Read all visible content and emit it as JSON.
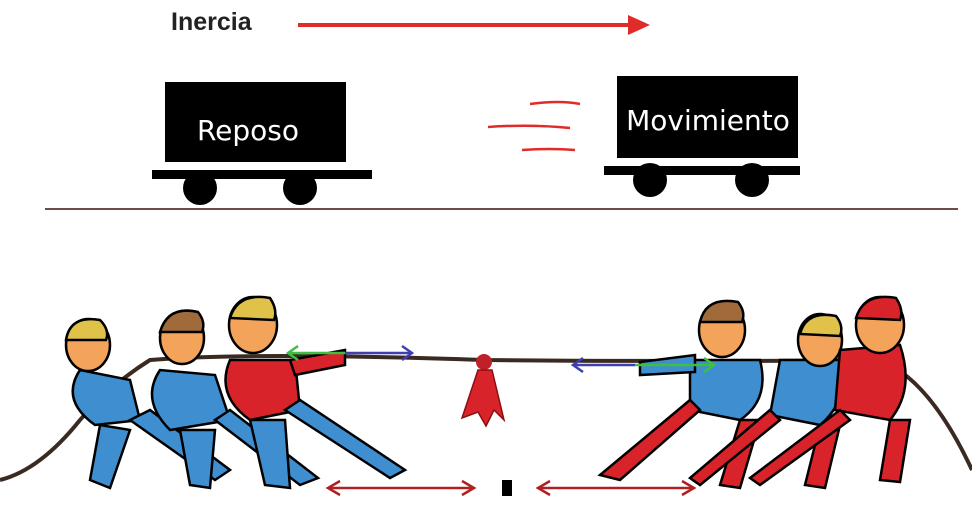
{
  "title": "Inercia",
  "carts": {
    "rest_label": "Reposo",
    "motion_label": "Movimiento"
  },
  "colors": {
    "accent_red": "#e02b2b",
    "cart_black": "#000000",
    "ground_line": "#6e4b4b",
    "shirt_blue": "#3f8fd0",
    "shirt_red": "#d9232b",
    "skin": "#f4a35a",
    "hair_blond": "#e0c24a",
    "hair_brown": "#a06a3a",
    "rope": "#3a2a22",
    "arrow_blue": "#3f3fb0",
    "arrow_green": "#3fbf3f",
    "arrow_darkred": "#b02020"
  },
  "icons": [
    "force-arrow-icon",
    "speed-lines-icon",
    "flag-icon"
  ]
}
